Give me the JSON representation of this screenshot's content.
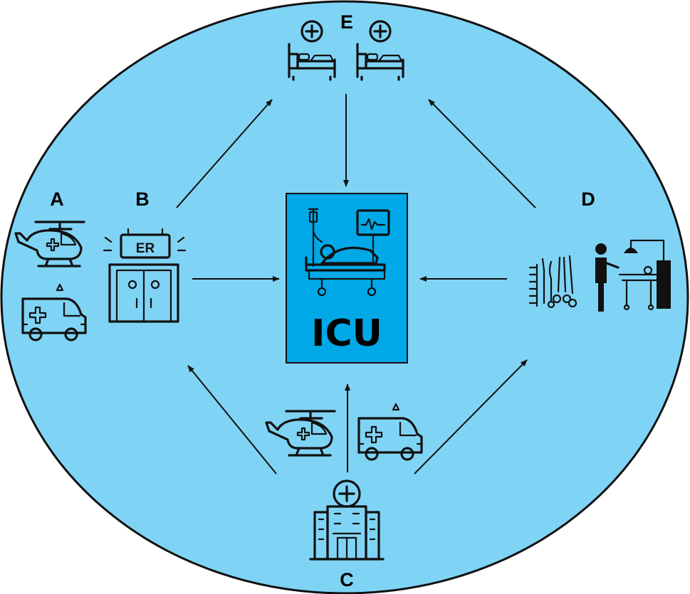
{
  "diagram": {
    "colors": {
      "background_ellipse": "#7fd4f5",
      "icu_box": "#00a8e8",
      "outline": "#111111"
    },
    "center": {
      "label": "ICU",
      "icons": [
        "icu-bed-patient-icon",
        "heart-monitor-icon",
        "iv-drip-icon"
      ]
    },
    "nodes": [
      {
        "id": "A",
        "label": "A",
        "icons": [
          "helicopter-icon",
          "ambulance-icon"
        ]
      },
      {
        "id": "B",
        "label": "B",
        "icons": [
          "emergency-room-icon"
        ]
      },
      {
        "id": "C",
        "label": "C",
        "icons": [
          "hospital-building-icon",
          "helicopter-icon",
          "ambulance-icon"
        ]
      },
      {
        "id": "D",
        "label": "D",
        "icons": [
          "surgical-instruments-icon",
          "operating-room-icon"
        ]
      },
      {
        "id": "E",
        "label": "E",
        "icons": [
          "hospital-bed-icon",
          "hospital-bed-icon"
        ]
      }
    ],
    "er_sign": "ER",
    "edges": [
      {
        "from": "B",
        "to": "ICU"
      },
      {
        "from": "B",
        "to": "E"
      },
      {
        "from": "E",
        "to": "ICU"
      },
      {
        "from": "D",
        "to": "E"
      },
      {
        "from": "D",
        "to": "ICU"
      },
      {
        "from": "C",
        "to": "ICU"
      },
      {
        "from": "C",
        "to": "B"
      },
      {
        "from": "C",
        "to": "D"
      }
    ]
  }
}
